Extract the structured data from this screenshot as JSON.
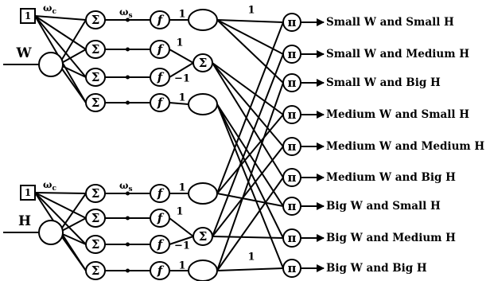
{
  "inputs": [
    "W",
    "H"
  ],
  "bias_label": "1",
  "weight_symbol": "ω",
  "weight_subscripts": [
    "c",
    "s"
  ],
  "sum_symbol": "Σ",
  "function_symbol": "f",
  "product_symbol": "π",
  "link_weights": {
    "one": "1",
    "minus_one": "−1"
  },
  "outputs": [
    "Small W and Small H",
    "Small W and Medium H",
    "Small W and Big H",
    "Medium W and Small H",
    "Medium W and Medium H",
    "Medium W and Big H",
    "Big W and Small H",
    "Big W and Medium H",
    "Big W and Big H"
  ]
}
